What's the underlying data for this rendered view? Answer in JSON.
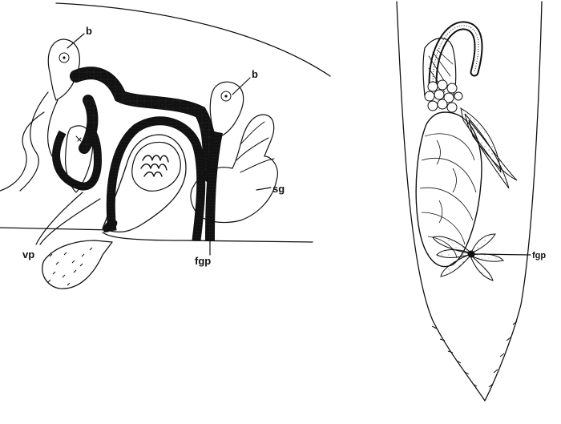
{
  "figure": {
    "left_labels": {
      "b_upper": "b",
      "b_right": "b",
      "sg": "sg",
      "vp": "vp",
      "fgp": "fgp"
    },
    "right_labels": {
      "fgp": "fgp"
    }
  }
}
